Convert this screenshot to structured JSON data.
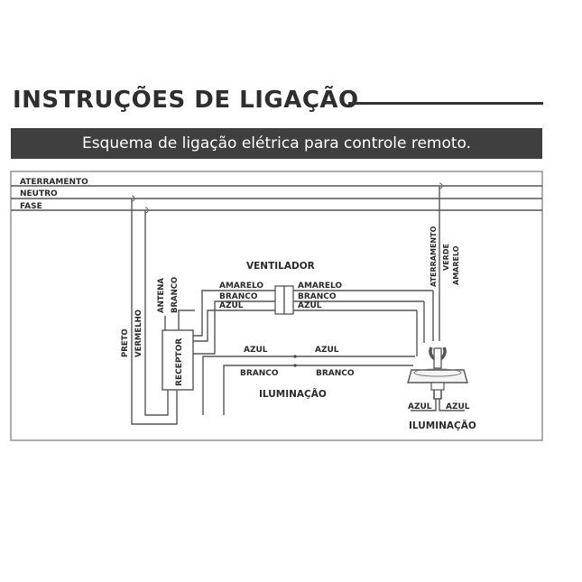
{
  "header": {
    "title": "INSTRUÇÕES DE LIGAÇÃO",
    "subtitle": "Esquema de ligação elétrica para controle remoto."
  },
  "diagram": {
    "mains": {
      "ground": "ATERRAMENTO",
      "neutral": "NEUTRO",
      "phase": "FASE"
    },
    "receiver": {
      "label": "RECEPTOR",
      "antenna": "ANTENA",
      "white": "BRANCO",
      "black": "PRETO",
      "red": "VERMELHO"
    },
    "fan": {
      "title": "VENTILADOR",
      "left": {
        "yellow": "AMARELO",
        "white": "BRANCO",
        "blue": "AZUL"
      },
      "right": {
        "yellow": "AMARELO",
        "white": "BRANCO",
        "blue": "AZUL"
      }
    },
    "lighting_left": {
      "title": "ILUMINAÇÃO",
      "blue_left": "AZUL",
      "blue_right": "AZUL",
      "white_left": "BRANCO",
      "white_right": "BRANCO"
    },
    "motor": {
      "ground": "ATERRAMENTO",
      "green": "VERDE",
      "yellow": "AMARELO",
      "blue_left": "AZUL",
      "blue_right": "AZUL",
      "light_title": "ILUMINAÇÃO"
    }
  }
}
